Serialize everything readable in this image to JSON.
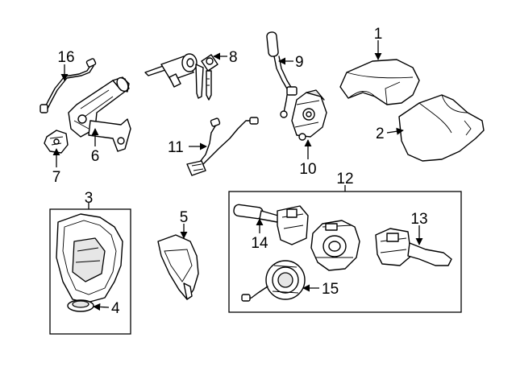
{
  "callouts": {
    "c1": "1",
    "c2": "2",
    "c3": "3",
    "c4": "4",
    "c5": "5",
    "c6": "6",
    "c7": "7",
    "c8": "8",
    "c9": "9",
    "c10": "10",
    "c11": "11",
    "c12": "12",
    "c13": "13",
    "c14": "14",
    "c15": "15",
    "c16": "16"
  },
  "colors": {
    "line": "#000000",
    "background": "#ffffff",
    "shade": "#e6e6e6"
  }
}
